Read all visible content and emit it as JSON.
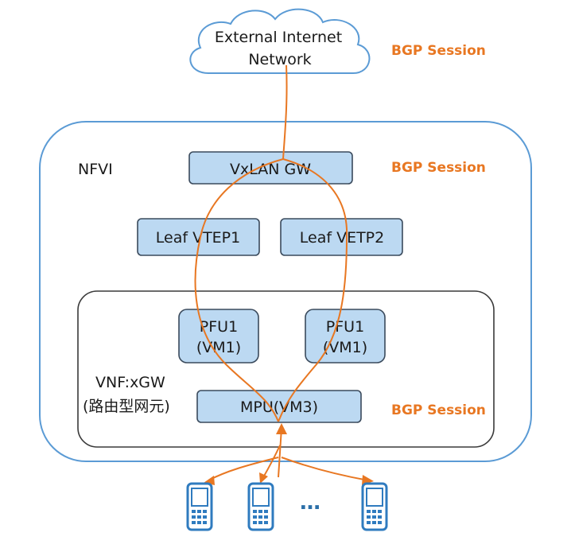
{
  "cloud": {
    "line1": "External Internet",
    "line2": "Network"
  },
  "nfvi": {
    "label": "NFVI"
  },
  "nodes": {
    "vxlan_gw": "VxLAN GW",
    "leaf_vtep1": "Leaf VTEP1",
    "leaf_vetp2": "Leaf VETP2",
    "pfu_left_line1": "PFU1",
    "pfu_left_line2": "(VM1)",
    "pfu_right_line1": "PFU1",
    "pfu_right_line2": "(VM1)",
    "mpu": "MPU(VM3)"
  },
  "vnf": {
    "line1": "VNF:xGW",
    "line2": "(路由型网元)"
  },
  "bgp": {
    "top": "BGP Session",
    "middle": "BGP Session",
    "bottom": "BGP Session"
  },
  "devices": {
    "ellipsis": "…"
  },
  "colors": {
    "accent_orange": "#e87722",
    "box_fill": "#bcd9f2",
    "box_stroke": "#3a4a5c",
    "nfvi_stroke": "#5b9bd5",
    "phone_blue": "#2f7bbf"
  }
}
